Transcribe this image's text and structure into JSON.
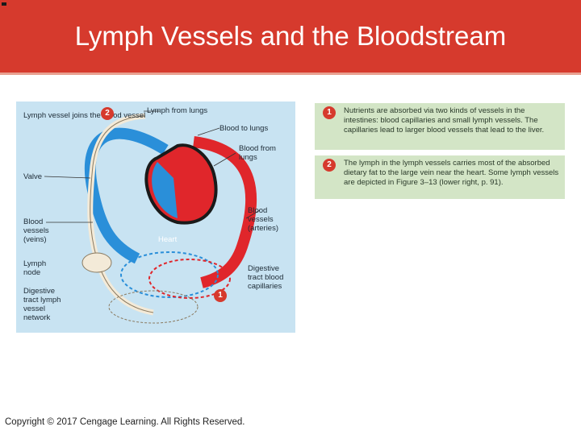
{
  "slide": {
    "title": "Lymph Vessels and the Bloodstream",
    "copyright": "Copyright © 2017 Cengage Learning. All Rights Reserved."
  },
  "figure": {
    "labels": {
      "lymph_vessel_joins": "Lymph vessel joins the blood vessel",
      "lymph_from_lungs": "Lymph from lungs",
      "blood_to_lungs": "Blood to lungs",
      "blood_from_lungs": "Blood from lungs",
      "valve": "Valve",
      "blood_vessels_veins": "Blood vessels (veins)",
      "blood_vessels_arteries": "Blood vessels (arteries)",
      "heart": "Heart",
      "lymph_node": "Lymph node",
      "digestive_tract_blood_capillaries": "Digestive tract blood capillaries",
      "digestive_tract_lymph_network": "Digestive tract lymph vessel network"
    },
    "badges": {
      "one": "1",
      "two": "2"
    }
  },
  "notes": [
    {
      "number": "1",
      "text": "Nutrients are absorbed via two kinds of vessels in the intestines: blood capillaries and small lymph vessels. The capillaries lead to larger blood vessels that lead to the liver."
    },
    {
      "number": "2",
      "text": "The lymph in the lymph vessels carries most of the absorbed dietary fat to the large vein near the heart. Some lymph vessels are depicted in Figure 3–13 (lower right, p. 91)."
    }
  ],
  "colors": {
    "header": "#d63a2d",
    "figure_bg": "#c8e3f2",
    "note_bg": "#d3e5c6",
    "vein_blue": "#2a8fd9",
    "artery_red": "#e0262b",
    "lymph_cream": "#f3ead8"
  }
}
